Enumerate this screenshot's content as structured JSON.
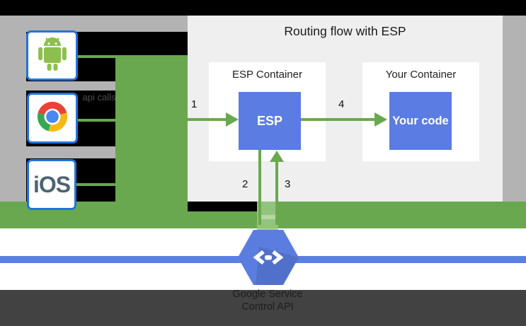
{
  "diagram": {
    "title": "Routing flow with ESP",
    "api_calls_label": "api calls",
    "clients": {
      "android": "android-icon",
      "chrome": "chrome-icon",
      "ios_label": "iOS"
    },
    "esp_container": {
      "label": "ESP Container",
      "box_label": "ESP"
    },
    "your_container": {
      "label": "Your Container",
      "box_label": "Your code"
    },
    "steps": [
      "1",
      "2",
      "3",
      "4"
    ],
    "footer": {
      "line1": "Google Service",
      "line2": "Control API"
    },
    "colors": {
      "flow_green": "#6aa84f",
      "flow_green_light": "#93c47d",
      "box_blue": "#5b7ce2",
      "network_line_blue": "#5b80e4",
      "frame_gray": "#b3b3b3",
      "panel_gray": "#efefef",
      "client_border_blue": "#2273dd",
      "overlay_dark": "#414141"
    }
  }
}
